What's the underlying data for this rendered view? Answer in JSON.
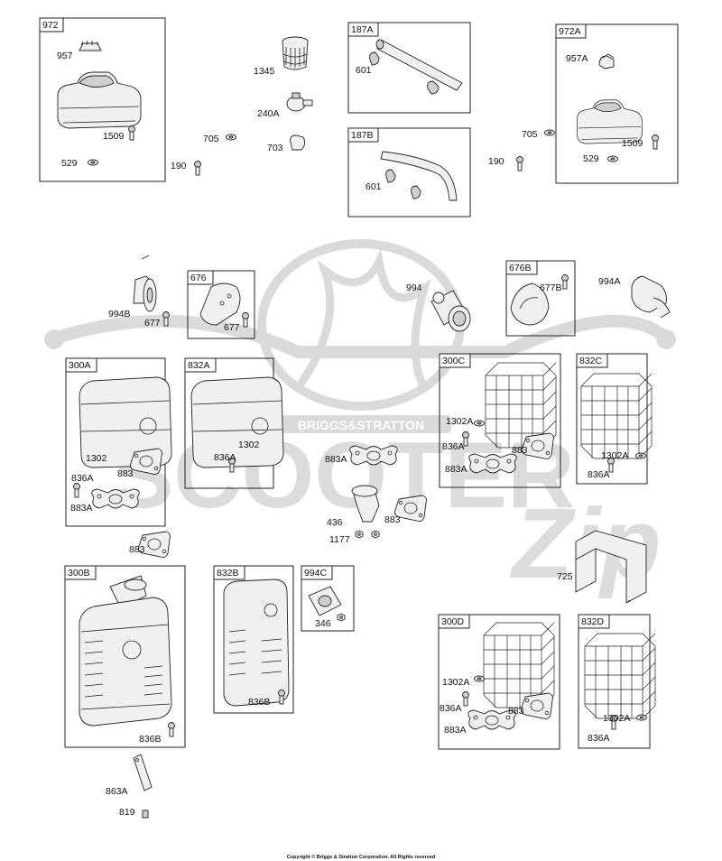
{
  "watermark": {
    "brand_text": "BRIGGS&STRATTON",
    "wordmark_text": "SCOOTER",
    "script_text": "Zip"
  },
  "copyright": "Copyright © Briggs & Stratton Corporation. All Rights reserved",
  "boxes": [
    {
      "id": "972"
    },
    {
      "id": "187A"
    },
    {
      "id": "187B"
    },
    {
      "id": "972A"
    },
    {
      "id": "676"
    },
    {
      "id": "676B"
    },
    {
      "id": "300A"
    },
    {
      "id": "832A"
    },
    {
      "id": "300C"
    },
    {
      "id": "832C"
    },
    {
      "id": "300B"
    },
    {
      "id": "832B"
    },
    {
      "id": "994C"
    },
    {
      "id": "300D"
    },
    {
      "id": "832D"
    }
  ],
  "labels": [
    "957",
    "1509",
    "529",
    "190",
    "705",
    "1345",
    "240A",
    "703",
    "601",
    "601",
    "957A",
    "705",
    "190",
    "1509",
    "529",
    "994B",
    "677",
    "677",
    "994",
    "677B",
    "994A",
    "1302",
    "836A",
    "883",
    "883A",
    "1302",
    "836A",
    "883A",
    "436",
    "883",
    "1177",
    "883",
    "1302A",
    "836A",
    "883",
    "883A",
    "1302A",
    "836A",
    "725",
    "346",
    "836B",
    "836B",
    "863A",
    "819",
    "1302A",
    "836A",
    "883",
    "883A",
    "1302A",
    "836A"
  ]
}
